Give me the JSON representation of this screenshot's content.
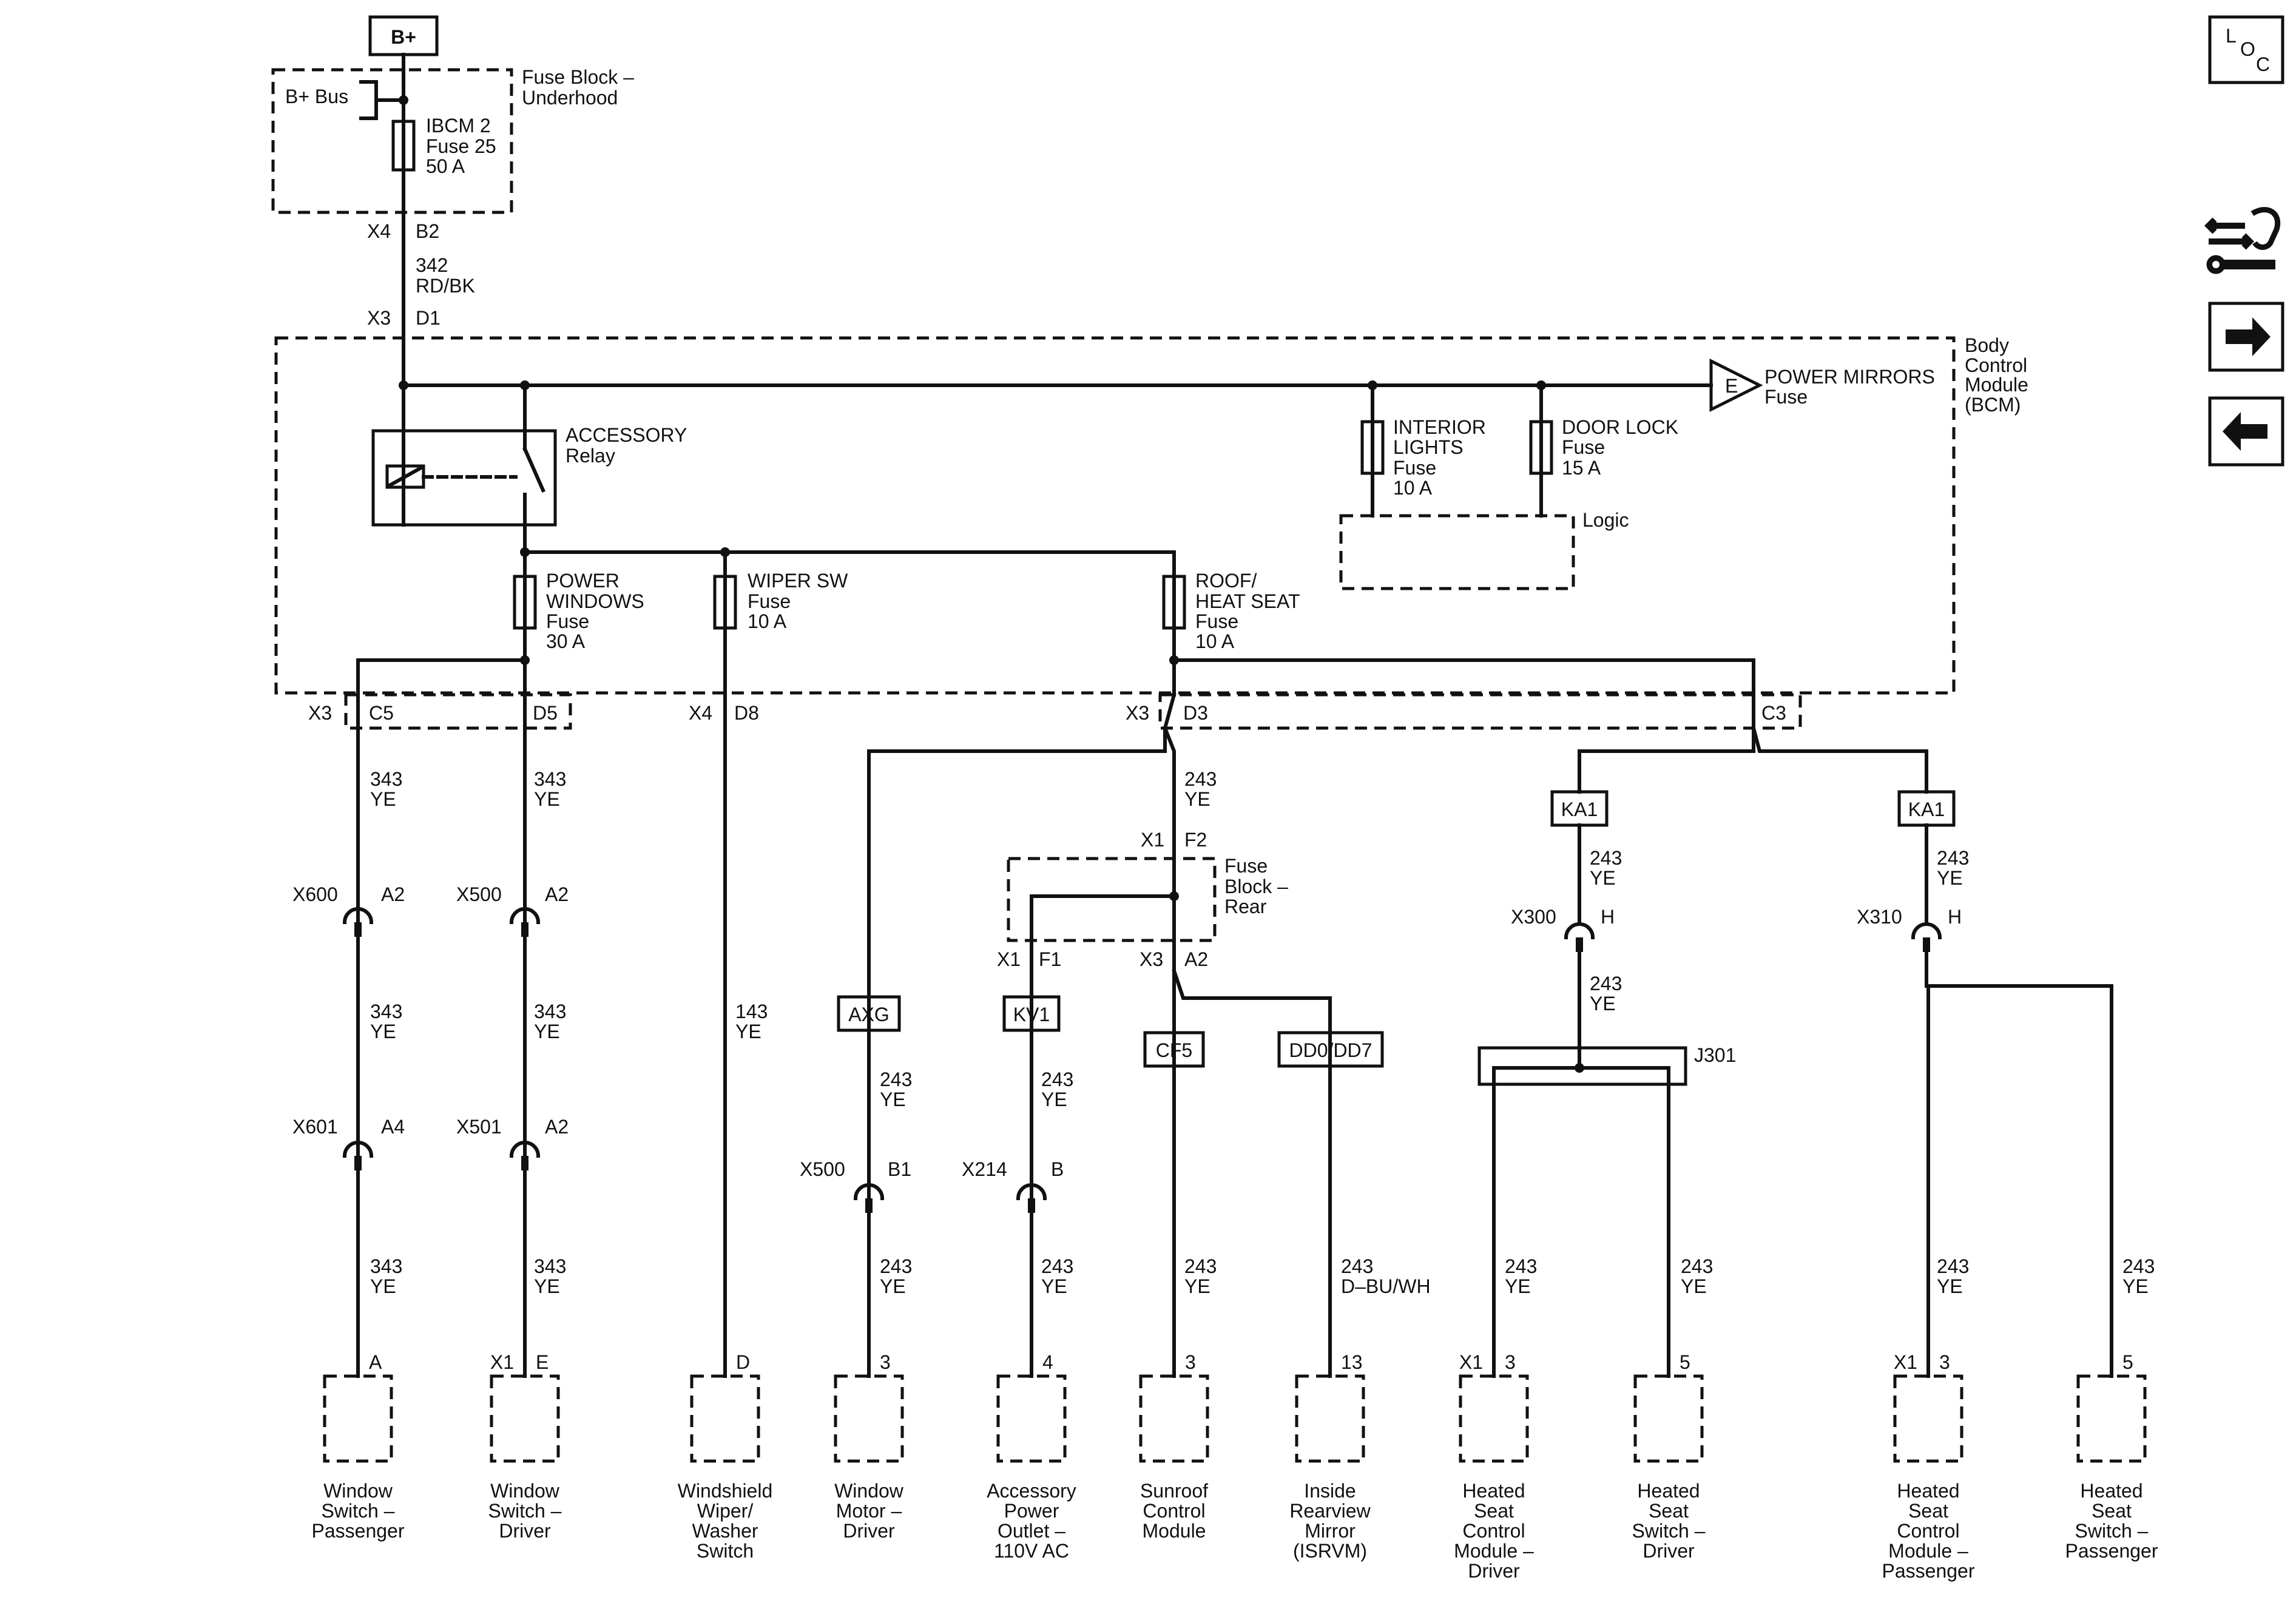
{
  "source": {
    "label": "B+"
  },
  "underhood_fuse_block": {
    "title_line1": "Fuse Block –",
    "title_line2": "Underhood",
    "bus_label": "B+ Bus",
    "fuse_line1": "IBCM 2",
    "fuse_line2": "Fuse 25",
    "fuse_line3": "50 A",
    "conn_x4": "X4",
    "pin_b2": "B2",
    "wire_num": "342",
    "wire_color": "RD/BK",
    "conn_x3": "X3",
    "pin_d1": "D1"
  },
  "bcm": {
    "title_line1": "Body",
    "title_line2": "Control",
    "title_line3": "Module",
    "title_line4": "(BCM)",
    "relay_line1": "ACCESSORY",
    "relay_line2": "Relay",
    "interior_line1": "INTERIOR",
    "interior_line2": "LIGHTS",
    "interior_line3": "Fuse",
    "interior_line4": "10 A",
    "doorlock_line1": "DOOR LOCK",
    "doorlock_line2": "Fuse",
    "doorlock_line3": "15 A",
    "mirrors_ref": "E",
    "mirrors_line1": "POWER MIRRORS",
    "mirrors_line2": "Fuse",
    "logic_label": "Logic",
    "pw_line1": "POWER",
    "pw_line2": "WINDOWS",
    "pw_line3": "Fuse",
    "pw_line4": "30 A",
    "wiper_line1": "WIPER SW",
    "wiper_line2": "Fuse",
    "wiper_line3": "10 A",
    "roof_line1": "ROOF/",
    "roof_line2": "HEAT SEAT",
    "roof_line3": "Fuse",
    "roof_line4": "10 A",
    "conn_x3a": "X3",
    "pin_c5": "C5",
    "pin_d5": "D5",
    "conn_x4": "X4",
    "pin_d8": "D8",
    "conn_x3b": "X3",
    "pin_d3": "D3",
    "pin_c3": "C3"
  },
  "rear_fuse_block": {
    "title_line1": "Fuse",
    "title_line2": "Block –",
    "title_line3": "Rear",
    "conn_x1_top": "X1",
    "pin_f2": "F2",
    "conn_x1_bot": "X1",
    "pin_f1": "F1",
    "conn_x3_bot": "X3",
    "pin_a2": "A2"
  },
  "wires": {
    "n343": "343",
    "n243": "243",
    "n143": "143",
    "ye": "YE",
    "dbuwh": "D–BU/WH"
  },
  "inline_connectors": {
    "x600": "X600",
    "x600_pin": "A2",
    "x601": "X601",
    "x601_pin": "A4",
    "x500a": "X500",
    "x500a_pin": "A2",
    "x501": "X501",
    "x501_pin": "A2",
    "x500b": "X500",
    "x500b_pin": "B1",
    "x214": "X214",
    "x214_pin": "B",
    "x300": "X300",
    "x300_pin": "H",
    "x310": "X310",
    "x310_pin": "H"
  },
  "splice_tags": {
    "axg": "AXG",
    "kv1": "KV1",
    "cf5": "CF5",
    "dd": "DD0/DD7",
    "ka1_a": "KA1",
    "ka1_b": "KA1",
    "j301": "J301"
  },
  "components": [
    {
      "pin": "A",
      "conn": "",
      "name": [
        "Window",
        "Switch –",
        "Passenger"
      ]
    },
    {
      "pin": "E",
      "conn": "X1",
      "name": [
        "Window",
        "Switch –",
        "Driver"
      ]
    },
    {
      "pin": "D",
      "conn": "",
      "name": [
        "Windshield",
        "Wiper/",
        "Washer",
        "Switch"
      ]
    },
    {
      "pin": "3",
      "conn": "",
      "name": [
        "Window",
        "Motor –",
        "Driver"
      ]
    },
    {
      "pin": "4",
      "conn": "",
      "name": [
        "Accessory",
        "Power",
        "Outlet –",
        "110V AC"
      ]
    },
    {
      "pin": "3",
      "conn": "",
      "name": [
        "Sunroof",
        "Control",
        "Module"
      ]
    },
    {
      "pin": "13",
      "conn": "",
      "name": [
        "Inside",
        "Rearview",
        "Mirror",
        "(ISRVM)"
      ]
    },
    {
      "pin": "3",
      "conn": "X1",
      "name": [
        "Heated",
        "Seat",
        "Control",
        "Module –",
        "Driver"
      ]
    },
    {
      "pin": "5",
      "conn": "",
      "name": [
        "Heated",
        "Seat",
        "Switch –",
        "Driver"
      ]
    },
    {
      "pin": "3",
      "conn": "X1",
      "name": [
        "Heated",
        "Seat",
        "Control",
        "Module –",
        "Passenger"
      ]
    },
    {
      "pin": "5",
      "conn": "",
      "name": [
        "Heated",
        "Seat",
        "Switch –",
        "Passenger"
      ]
    }
  ],
  "sidebar": {
    "loc_l": "L",
    "loc_o": "O",
    "loc_c": "C",
    "icons": [
      "loc-icon",
      "component-connector-icon",
      "next-arrow-icon",
      "previous-arrow-icon"
    ]
  }
}
